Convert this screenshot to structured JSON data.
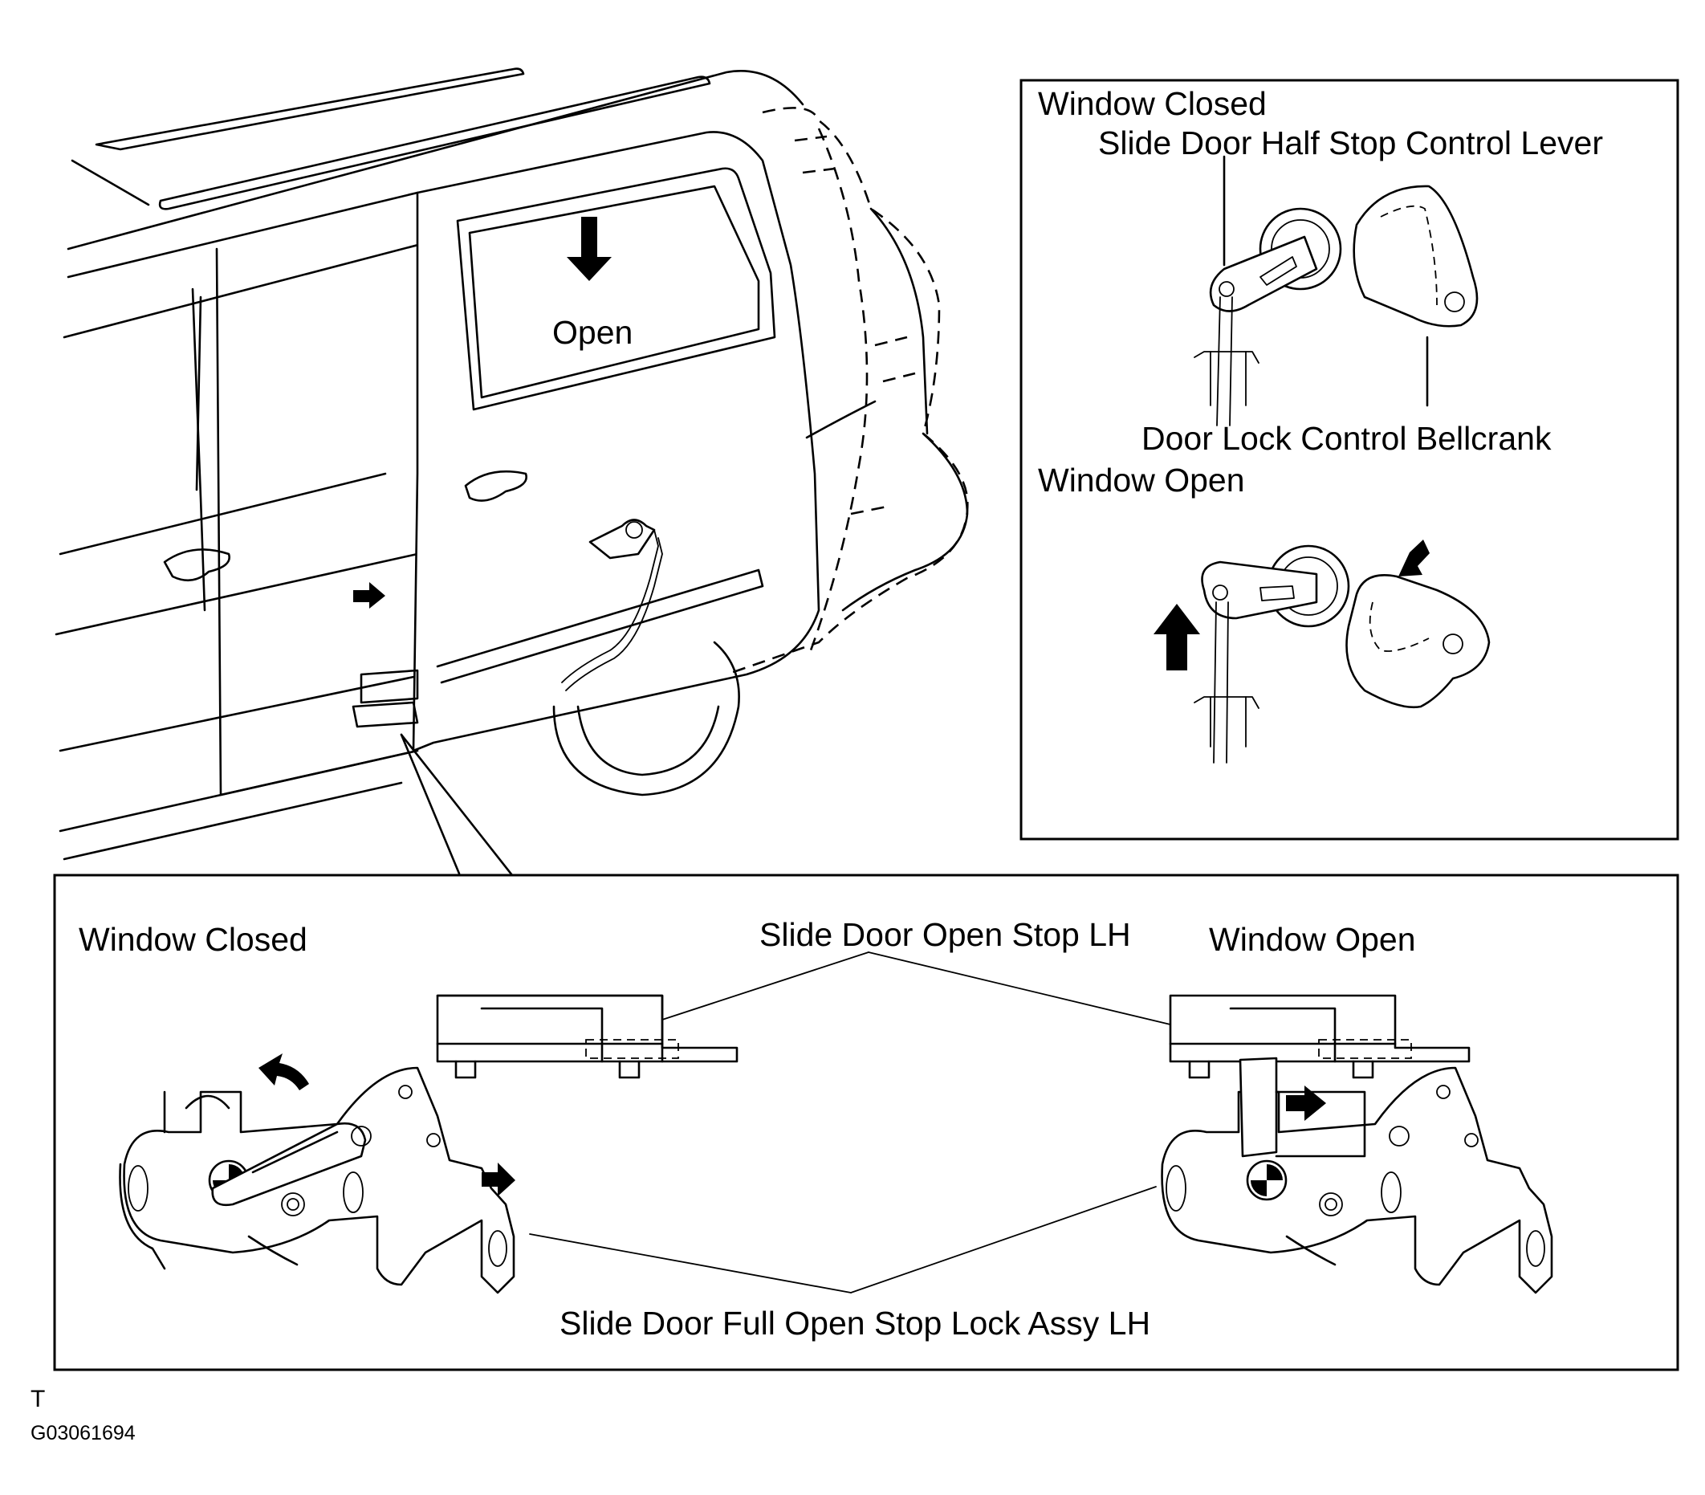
{
  "vehicle_view": {
    "open_label": "Open"
  },
  "top_right_panel": {
    "state_closed": "Window Closed",
    "lever_label": "Slide Door Half Stop Control Lever",
    "bellcrank_label": "Door Lock Control Bellcrank",
    "state_open": "Window Open"
  },
  "bottom_panel": {
    "state_closed": "Window Closed",
    "open_stop_label": "Slide Door Open Stop LH",
    "state_open": "Window Open",
    "lock_assy_label": "Slide Door Full Open Stop Lock Assy LH"
  },
  "footer": {
    "corner_mark": "T",
    "figure_code": "G03061694"
  }
}
